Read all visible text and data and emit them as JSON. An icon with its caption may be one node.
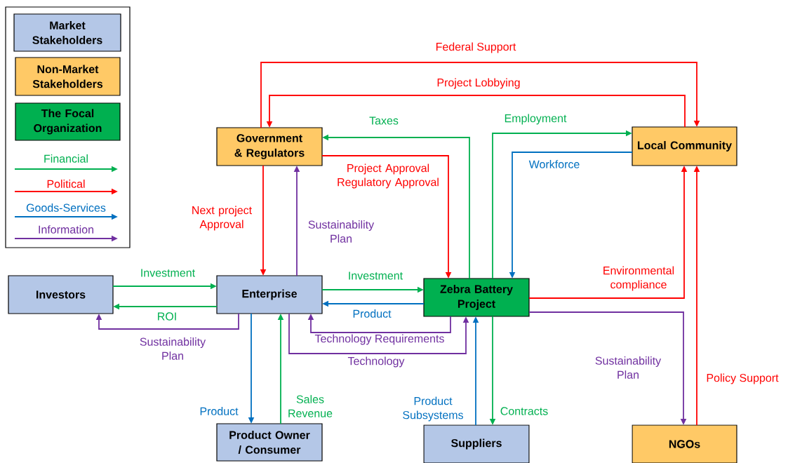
{
  "diagram": {
    "nodes": [
      {
        "text": [
          "Government & Regulators"
        ]
      },
      {
        "text": [
          "Local Community"
        ]
      },
      {
        "text": [
          "Investors"
        ]
      },
      {
        "text": [
          "Enterprise"
        ]
      },
      {
        "text": [
          "Zebra Battery Project"
        ]
      },
      {
        "text": [
          "Product Owner / Consumer"
        ]
      },
      {
        "text": [
          "Suppliers"
        ]
      },
      {
        "text": [
          "NGOs"
        ]
      }
    ],
    "edges": [
      {
        "from": 0,
        "to": 1,
        "arrow": "to",
        "label": "Federal Support",
        "color": "#ff0000"
      },
      {
        "from": 1,
        "to": 0,
        "arrow": "to",
        "label": "Project Lobbying",
        "color": "#ff0000"
      },
      {
        "from": 4,
        "to": 0,
        "arrow": "to",
        "label": "Taxes"
      },
      {
        "from": 0,
        "to": 4,
        "arrow": "to",
        "label": "Project Approval Regulatory Approval",
        "color": "#ff0000"
      },
      {
        "from": 4,
        "to": 1,
        "arrow": "to",
        "label": "Employment"
      },
      {
        "from": 1,
        "to": 4,
        "arrow": "to",
        "label": "Workforce",
        "color": "#0070c0"
      },
      {
        "from": 0,
        "to": 3,
        "arrow": "to",
        "label": "Next project Approval",
        "color": "#ff0000"
      },
      {
        "from": 3,
        "to": 0,
        "arrow": "to",
        "label": "Sustainability Plan",
        "color": "#7030a0"
      },
      {
        "from": 2,
        "to": 3,
        "arrow": "to",
        "label": "Investment"
      },
      {
        "from": 3,
        "to": 2,
        "arrow": "to",
        "label": "ROI"
      },
      {
        "from": 3,
        "to": 2,
        "arrow": "to",
        "label": "Sustainability Plan",
        "color": "#7030a0"
      },
      {
        "from": 3,
        "to": 4,
        "arrow": "to",
        "label": "Investment"
      },
      {
        "from": 4,
        "to": 3,
        "arrow": "to",
        "label": "Product",
        "color": "#0070c0"
      },
      {
        "from": 4,
        "to": 3,
        "arrow": "to",
        "label": "Technology Requirements",
        "color": "#7030a0"
      },
      {
        "from": 3,
        "to": 4,
        "arrow": "to",
        "label": "Technology",
        "color": "#7030a0"
      },
      {
        "from": 3,
        "to": 5,
        "arrow": "to",
        "label": "Product",
        "color": "#0070c0"
      },
      {
        "from": 5,
        "to": 3,
        "arrow": "to",
        "label": "Sales Revenue"
      },
      {
        "from": 6,
        "to": 4,
        "arrow": "to",
        "label": "Product Subsystems",
        "color": "#0070c0"
      },
      {
        "from": 4,
        "to": 6,
        "arrow": "to",
        "label": "Contracts"
      },
      {
        "from": 4,
        "to": 1,
        "arrow": "to",
        "label": "Environmental compliance",
        "color": "#ff0000"
      },
      {
        "from": 4,
        "to": 7,
        "arrow": "to",
        "label": "Sustainability Plan",
        "color": "#7030a0"
      },
      {
        "from": 7,
        "to": 1,
        "arrow": "to",
        "label": "Policy Support",
        "color": "#ff0000"
      }
    ],
    "legend": [
      {
        "text": "Market Stakeholders",
        "color": "#b4c7e7"
      },
      {
        "text": "Non-Market Stakeholders",
        "color": "#ffc966"
      },
      {
        "text": "The Focal Organization",
        "color": "#00b050"
      },
      {
        "text": "Financial"
      },
      {
        "text": "Political"
      },
      {
        "text": "Goods-Services"
      },
      {
        "text": "Information"
      }
    ]
  }
}
